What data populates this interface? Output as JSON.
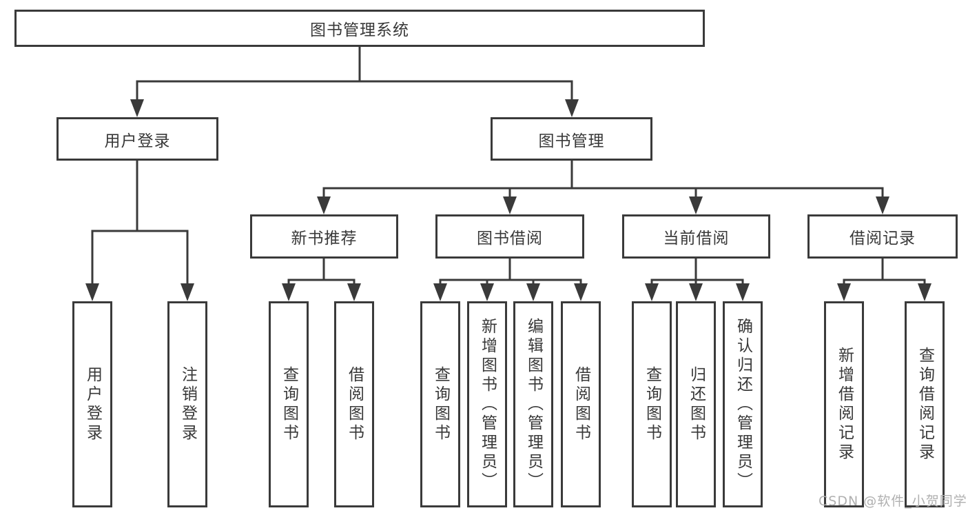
{
  "diagram": {
    "title_note": "functional structure tree",
    "root": {
      "label": "图书管理系统"
    },
    "level2": [
      {
        "label": "用户登录"
      },
      {
        "label": "图书管理"
      }
    ],
    "level3": [
      {
        "label": "新书推荐",
        "parent": "图书管理"
      },
      {
        "label": "图书借阅",
        "parent": "图书管理"
      },
      {
        "label": "当前借阅",
        "parent": "图书管理"
      },
      {
        "label": "借阅记录",
        "parent": "图书管理"
      }
    ],
    "leaves": [
      {
        "label": "用户登录",
        "parent": "用户登录"
      },
      {
        "label": "注销登录",
        "parent": "用户登录"
      },
      {
        "label": "查询图书",
        "parent": "新书推荐"
      },
      {
        "label": "借阅图书",
        "parent": "新书推荐"
      },
      {
        "label": "查询图书",
        "parent": "图书借阅"
      },
      {
        "label": "新增图书（管理员）",
        "parent": "图书借阅"
      },
      {
        "label": "编辑图书（管理员）",
        "parent": "图书借阅"
      },
      {
        "label": "借阅图书",
        "parent": "图书借阅"
      },
      {
        "label": "查询图书",
        "parent": "当前借阅"
      },
      {
        "label": "归还图书",
        "parent": "当前借阅"
      },
      {
        "label": "确认归还（管理员）",
        "parent": "当前借阅"
      },
      {
        "label": "新增借阅记录",
        "parent": "借阅记录"
      },
      {
        "label": "查询借阅记录",
        "parent": "借阅记录"
      }
    ]
  },
  "watermark": {
    "text": "CSDN @软件_小贺同学"
  },
  "colors": {
    "line": "#3a3a3a",
    "box_fill": "#ffffff",
    "text": "#383838",
    "watermark": "#b0b0b0"
  }
}
